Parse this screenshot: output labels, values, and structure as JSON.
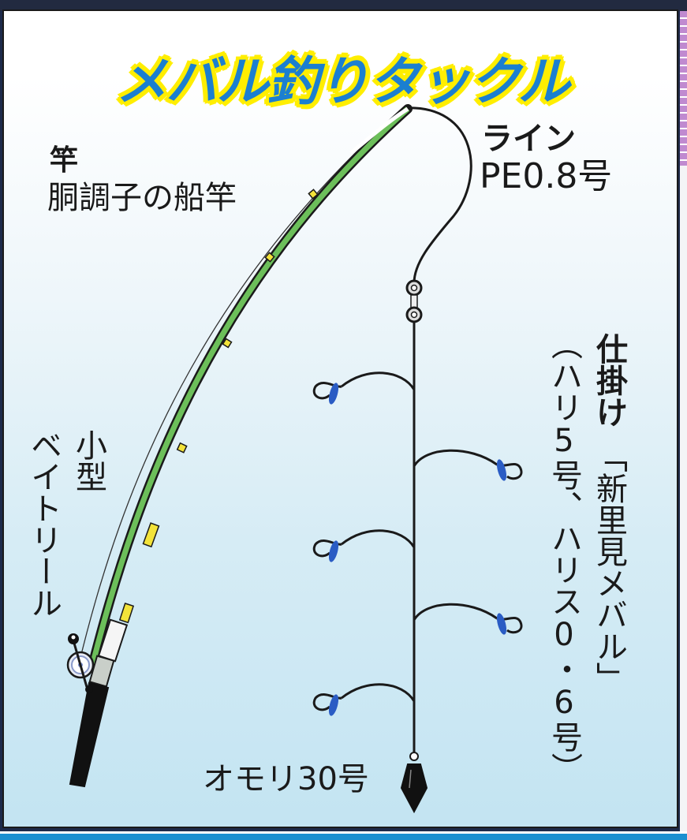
{
  "title": "メバル釣りタックル",
  "labels": {
    "rod": {
      "heading": "竿",
      "detail": "胴調子の船竿"
    },
    "line": {
      "heading": "ライン",
      "detail": "PE0.8号"
    },
    "reel": {
      "line1": "小型",
      "line2": "ベイトリール"
    },
    "rig": {
      "heading": "仕掛け",
      "detail": "「新里見メバル」",
      "spec": "（ハリ5号、ハリス0・6号）"
    },
    "sinker": {
      "text": "オモリ30号"
    }
  },
  "colors": {
    "title_text": "#1b7fd0",
    "title_outline": "#ffee00",
    "rod_green": "#6cbf5a",
    "rod_yellow": "#f3e33a",
    "hook_bait": "#2a5cc4",
    "panel_top": "#ffffff",
    "panel_bottom": "#c3e4f2",
    "line": "#1a1a1a"
  },
  "rig": {
    "hook_count": 5,
    "hook_sides": [
      "left",
      "right",
      "left",
      "right",
      "left"
    ]
  }
}
